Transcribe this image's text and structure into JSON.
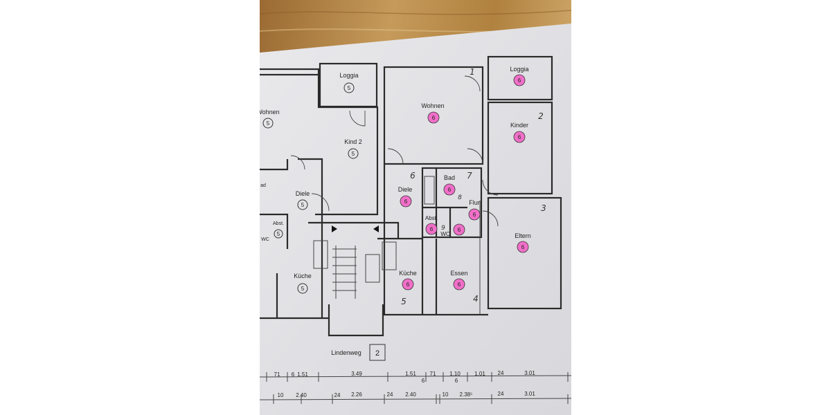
{
  "rooms_left": [
    {
      "id": "loggia-5",
      "name": "Loggia",
      "unit": "5"
    },
    {
      "id": "wohnen-5",
      "name": "Wohnen",
      "unit": "5"
    },
    {
      "id": "kind2-5",
      "name": "Kind 2",
      "unit": "5"
    },
    {
      "id": "diele-5",
      "name": "Diele",
      "unit": "5"
    },
    {
      "id": "kueche-5",
      "name": "Küche",
      "unit": "5"
    },
    {
      "id": "abst-5",
      "name": "Abst.",
      "unit": "5"
    },
    {
      "id": "wc-5",
      "name": "WC",
      "unit": ""
    },
    {
      "id": "bad-5",
      "name": "ad",
      "unit": ""
    }
  ],
  "rooms_right": [
    {
      "id": "loggia-6",
      "name": "Loggia",
      "unit": "6"
    },
    {
      "id": "wohnen-6",
      "name": "Wohnen",
      "unit": "6"
    },
    {
      "id": "kinder-6",
      "name": "Kinder",
      "unit": "6"
    },
    {
      "id": "diele-6",
      "name": "Diele",
      "unit": "6"
    },
    {
      "id": "bad-6",
      "name": "Bad",
      "unit": "6"
    },
    {
      "id": "flur-6",
      "name": "Flur",
      "unit": "6"
    },
    {
      "id": "abst-6",
      "name": "Abst.",
      "unit": "6"
    },
    {
      "id": "wc-6",
      "name": "WC",
      "unit": "6"
    },
    {
      "id": "eltern-6",
      "name": "Eltern",
      "unit": "6"
    },
    {
      "id": "kueche-6",
      "name": "Küche",
      "unit": "6"
    },
    {
      "id": "essen-6",
      "name": "Essen",
      "unit": "6"
    }
  ],
  "handwritten": [
    "1",
    "2",
    "3",
    "4",
    "5",
    "6",
    "7",
    "8",
    "9"
  ],
  "street": {
    "name": "Lindenweg",
    "number": "2"
  },
  "dimensions_top": [
    "71",
    "6",
    "1.51",
    "3.49",
    "1.51",
    "6",
    "71",
    "1.10",
    "6",
    "1.01",
    "24",
    "3.01"
  ],
  "dimensions_bottom": [
    "10",
    "2.40",
    "24",
    "2.26",
    "24",
    "2.40",
    "10",
    "2.38⁵",
    "24",
    "3.01"
  ],
  "colors": {
    "highlight": "#f06fc8",
    "paper": "#e6e6e8",
    "wood": "#b58a4e"
  }
}
